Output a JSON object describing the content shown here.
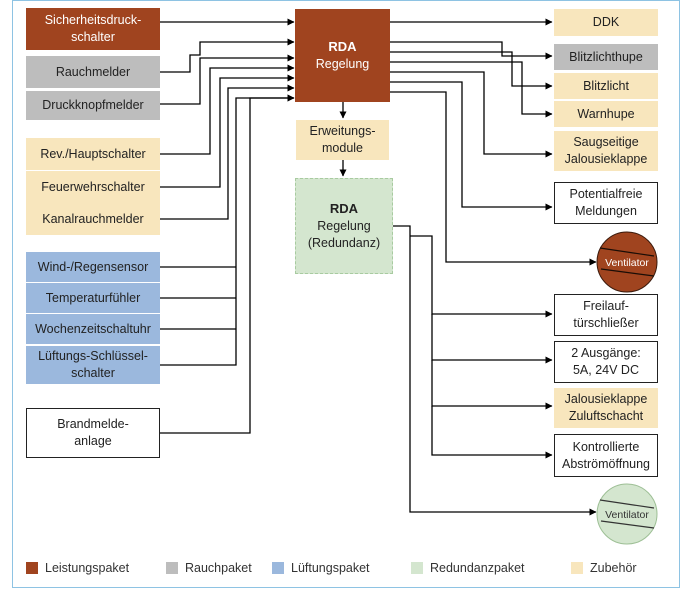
{
  "colors": {
    "leistung": "#a0441f",
    "rauch": "#bdbdbd",
    "lueftung": "#9bb8dd",
    "redundanz": "#d4e6cf",
    "zubehoer": "#f8e6bd",
    "frame": "#8ec3e3"
  },
  "inputs": {
    "sicherheitsdruckschalter": "Sicherheitsdruck-\nschalter",
    "rauchmelder": "Rauchmelder",
    "druckknopfmelder": "Druckknopfmelder",
    "hauptschalter": "Rev./Hauptschalter",
    "feuerwehrschalter": "Feuerwehrschalter",
    "kanalrauchmelder": "Kanalrauchmelder",
    "windsensor": "Wind-/Regensensor",
    "temperaturfuehler": "Temperaturfühler",
    "wochenzeitschaltuhr": "Wochenzeitschaltuhr",
    "lueftungsschluessel": "Lüftungs-Schlüssel-\nschalter",
    "brandmeldeanlage": "Brandmelde-\nanlage"
  },
  "center": {
    "rda_title": "RDA",
    "rda_sub": "Regelung",
    "erweiterung": "Erweitungs-\nmodule",
    "redundanz_title": "RDA",
    "redundanz_sub": "Regelung\n(Redundanz)"
  },
  "outputs": {
    "ddk": "DDK",
    "blitzlichthupe": "Blitzlichthupe",
    "blitzlicht": "Blitzlicht",
    "warnhupe": "Warnhupe",
    "saugseitige": "Saugseitige\nJalousieklappe",
    "potentialfreie": "Potentialfreie\nMeldungen",
    "ventilator1": "Ventilator",
    "freilauf": "Freilauf-\ntürschließer",
    "ausgaenge": "2 Ausgänge:\n5A, 24V DC",
    "jalousie_zuluft": "Jalousieklappe\nZuluftschacht",
    "kontrollierte": "Kontrollierte\nAbströmöffnung",
    "ventilator2": "Ventilator"
  },
  "legend": {
    "leistung": "Leistungspaket",
    "rauch": "Rauchpaket",
    "lueftung": "Lüftungspaket",
    "redundanz": "Redundanzpaket",
    "zubehoer": "Zubehör"
  }
}
